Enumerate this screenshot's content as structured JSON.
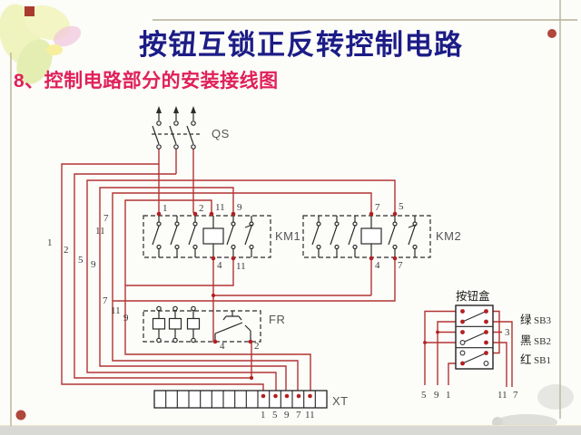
{
  "page": {
    "title": "按钮互锁正反转控制电路",
    "subtitle": "8、控制电路部分的安装接线图"
  },
  "diagram": {
    "components": {
      "qs": "QS",
      "km1": "KM1",
      "km2": "KM2",
      "fr": "FR",
      "xt": "XT"
    },
    "km1_terminals": {
      "top": [
        "1",
        "2",
        "11",
        "9"
      ],
      "bottom": [
        "4",
        "11"
      ]
    },
    "km2_terminals": {
      "top": [
        "7",
        "5"
      ],
      "bottom": [
        "4",
        "7"
      ]
    },
    "fr_terminals": {
      "bottom": [
        "4",
        "2"
      ]
    },
    "left_wires": {
      "outer": [
        "1",
        "2",
        "5",
        "9"
      ],
      "mid": [
        "7",
        "11"
      ],
      "lower": [
        "7",
        "11",
        "9"
      ]
    },
    "xt_terminal_numbers": [
      "1",
      "5",
      "9",
      "7",
      "11"
    ],
    "button_box": {
      "title": "按钮盒",
      "buttons": [
        {
          "color": "绿",
          "label": "SB3"
        },
        {
          "color": "黑",
          "label": "SB2"
        },
        {
          "color": "红",
          "label": "SB1"
        }
      ],
      "bottom_left_numbers": [
        "5",
        "9",
        "1"
      ],
      "bottom_right_numbers": [
        "11",
        "7"
      ],
      "jumper_number": "3"
    }
  },
  "colors": {
    "wire": "#b13434",
    "terminal_dot": "#b32020",
    "title": "#1c1c87",
    "subtitle": "#e0205a",
    "green_char": "#217a21",
    "black_char": "#222222",
    "red_char": "#cc2222"
  }
}
